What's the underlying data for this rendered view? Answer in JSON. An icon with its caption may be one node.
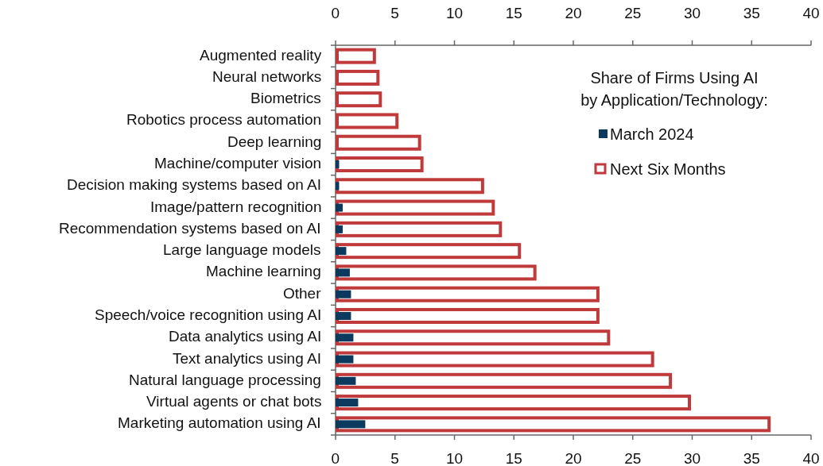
{
  "diagram": {
    "chart_data": {
      "type": "bar",
      "orientation": "horizontal",
      "title": "Share of Firms Using AI by Application/Technology:",
      "categories": [
        "Augmented reality",
        "Neural networks",
        "Biometrics",
        "Robotics process automation",
        "Deep learning",
        "Machine/computer vision",
        "Decision making systems based on AI",
        "Image/pattern recognition",
        "Recommendation systems based on AI",
        "Large language models",
        "Machine learning",
        "Other",
        "Speech/voice recognition using AI",
        "Data analytics using AI",
        "Text analytics using AI",
        "Natural language processing",
        "Virtual agents or chat bots",
        "Marketing automation using AI"
      ],
      "series": [
        {
          "name": "March 2024",
          "color": "#0b3a5e",
          "values": [
            0,
            0,
            0,
            0,
            0,
            0.3,
            0.3,
            0.6,
            0.6,
            0.9,
            1.2,
            1.3,
            1.3,
            1.5,
            1.5,
            1.7,
            1.9,
            2.5
          ]
        },
        {
          "name": "Next Six Months",
          "color": "#c0393b",
          "values": [
            3.4,
            3.7,
            3.9,
            5.3,
            7.2,
            7.4,
            12.5,
            13.4,
            14.0,
            15.6,
            16.9,
            22.2,
            22.2,
            23.1,
            26.8,
            28.3,
            29.9,
            36.6
          ]
        }
      ],
      "legend": "upper right",
      "xlim": [
        0,
        40
      ],
      "xticks": [
        0,
        5,
        10,
        15,
        20,
        25,
        30,
        35,
        40
      ]
    },
    "labels": [
      "0",
      "5",
      "10",
      "15",
      "20",
      "25",
      "30",
      "35",
      "40"
    ]
  }
}
